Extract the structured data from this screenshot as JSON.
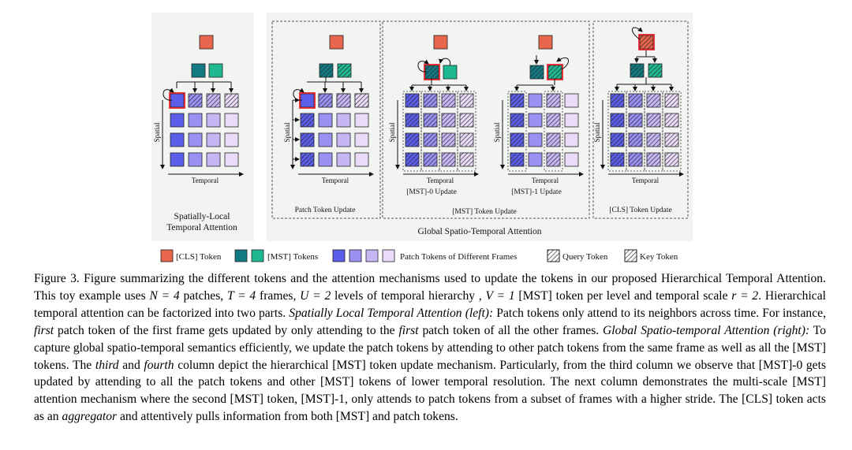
{
  "figure": {
    "axis_spatial": "Spatial",
    "axis_temporal": "Temporal",
    "panels": {
      "p1": {
        "title_line1": "Spatially-Local",
        "title_line2": "Temporal Attention"
      },
      "p2": {
        "subtitle": "Patch Token Update"
      },
      "p3": {
        "subtitle": "[MST]-0 Update"
      },
      "p4": {
        "subtitle": "[MST]-1 Update"
      },
      "p34": {
        "subtitle": "[MST] Token Update"
      },
      "p5": {
        "subtitle": "[CLS] Token Update"
      },
      "global_title": "Global Spatio-Temporal Attention"
    },
    "legend": {
      "cls": "[CLS] Token",
      "mst": "[MST] Tokens",
      "patch": "Patch Tokens of Different Frames",
      "query": "Query Token",
      "key": "Key Token"
    },
    "colors": {
      "cls": "#e8664c",
      "mst_dark": "#147a82",
      "mst_light": "#1fb991",
      "frame1": "#5b5ee8",
      "frame2": "#9a8ff2",
      "frame3": "#c7b6f4",
      "frame4": "#eadcf8",
      "query_border": "#e8222c"
    }
  },
  "caption": {
    "label": "Figure 3.",
    "s1": " Figure summarizing the different tokens and the attention mechanisms used to update the tokens in our proposed Hierarchical Temporal Attention. This toy example uses ",
    "n_eq": "N = 4",
    "s2": " patches, ",
    "t_eq": "T = 4",
    "s3": " frames, ",
    "u_eq": "U = 2",
    "s4": " levels of temporal hierarchy , ",
    "v_eq": "V = 1",
    "s5": " [MST] token per level and temporal scale ",
    "r_eq": "r = 2",
    "s6": ". Hierarchical temporal attention can be factorized into two parts. ",
    "i1": "Spatially Local Temporal Attention (left):",
    "s7": " Patch tokens only attend to its neighbors across time. For instance, ",
    "i2": "first",
    "s8": " patch token of the first frame gets updated by only attending to the ",
    "i3": "first",
    "s9": " patch token of all the other frames. ",
    "i4": "Global Spatio-temporal Attention (right):",
    "s10": " To capture global spatio-temporal semantics efficiently, we update the patch tokens by attending to other patch tokens from the same frame as well as all the [MST] tokens. The ",
    "i5": "third",
    "s11": " and ",
    "i6": "fourth",
    "s12": " column depict the hierarchical [MST] token update mechanism. Particularly, from the third column we observe that [MST]-0 gets updated by attending to all the patch tokens and other [MST] tokens of lower temporal resolution. The next column demonstrates the multi-scale [MST] attention mechanism where the second [MST] token, [MST]-1, only attends to patch tokens from a subset of frames with a higher stride. The [CLS] token acts as an ",
    "i7": "aggregator",
    "s13": " and attentively pulls information from both [MST] and patch tokens."
  }
}
